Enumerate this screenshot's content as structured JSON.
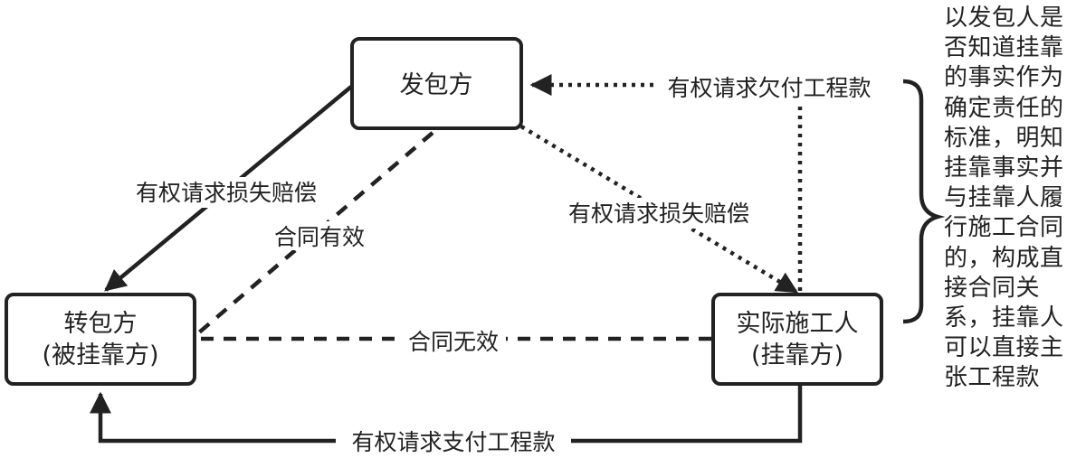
{
  "nodes": {
    "contractor": {
      "label": "发包方"
    },
    "subcontractor": {
      "line1": "转包方",
      "line2": "(被挂靠方)"
    },
    "builder": {
      "line1": "实际施工人",
      "line2": "(挂靠方)"
    }
  },
  "edges": {
    "contractor_to_sub": "有权请求损失赔偿",
    "contract_valid": "合同有效",
    "contractor_to_builder": "有权请求损失赔偿",
    "builder_to_contractor": "有权请求欠付工程款",
    "contract_invalid": "合同无效",
    "builder_to_sub": "有权请求支付工程款"
  },
  "note": {
    "lines": [
      "以发包人是",
      "否知道挂靠",
      "的事实作为",
      "确定责任的",
      "标准，明知",
      "挂靠事实并",
      "与挂靠人履",
      "行施工合同",
      "的，构成直",
      "接合同关",
      "系，挂靠人",
      "可以直接主",
      "张工程款"
    ]
  }
}
